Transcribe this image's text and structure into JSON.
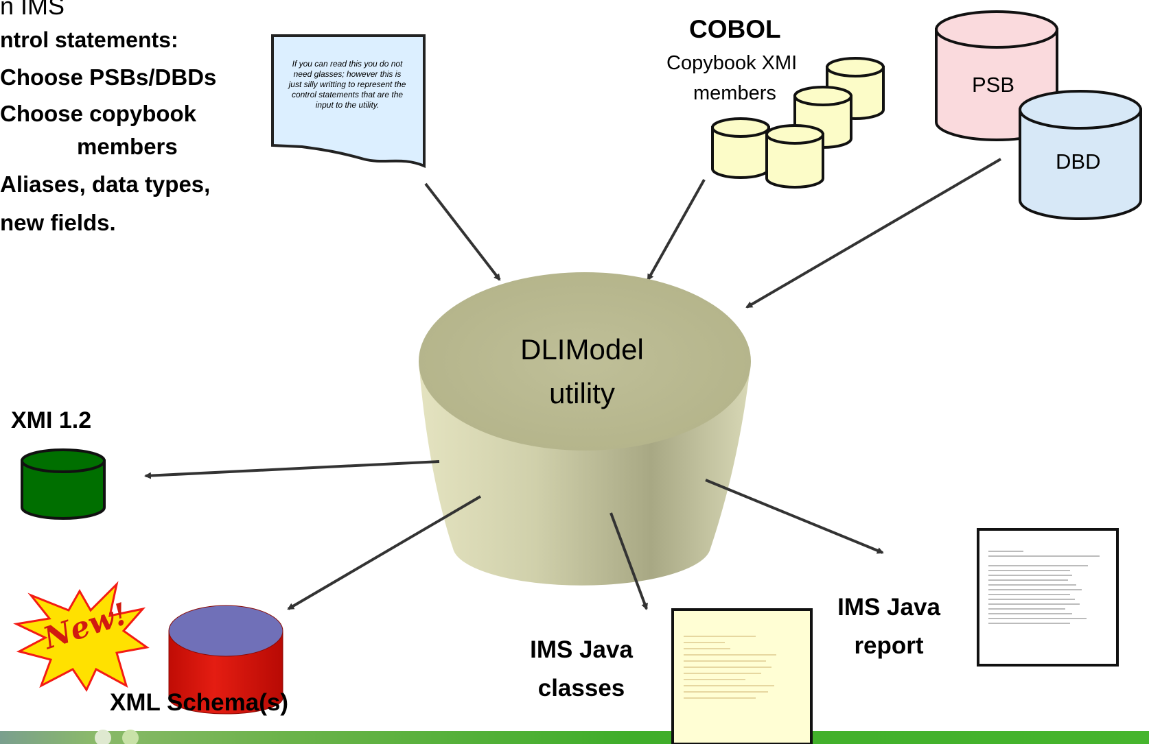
{
  "left_text": {
    "line1": "n IMS",
    "line2": "ntrol statements:",
    "line3": "Choose PSBs/DBDs",
    "line4": "Choose copybook",
    "line5": "members",
    "line6": "Aliases, data types,",
    "line7": "new fields."
  },
  "note": {
    "text": "If you can read this you do not need glasses; however this is just silly writting to represent the control statements that are the input to the utility."
  },
  "cobol": {
    "title": "COBOL",
    "subtitle_1": "Copybook XMI",
    "subtitle_2": "members"
  },
  "psb_label": "PSB",
  "dbd_label": "DBD",
  "center": {
    "line1": "DLIModel",
    "line2": "utility"
  },
  "xmi_label": "XMI 1.2",
  "xml_label": "XML Schema(s)",
  "new_badge": "New!",
  "java_classes": {
    "line1": "IMS Java",
    "line2": "classes"
  },
  "java_report": {
    "line1": "IMS Java",
    "line2": "report"
  },
  "colors": {
    "cylinder_main": "#c2c29a",
    "cylinder_top": "#b6b68b",
    "xmi_green": "#006f00",
    "xml_red": "#dd1a10",
    "xml_top": "#7070b8",
    "psb_pink": "#fadadd",
    "dbd_blue": "#d7e8f7",
    "cobol_yellow": "#fcfcc8",
    "note_blue": "#dcefff",
    "footer_green": "#3fae2a"
  }
}
